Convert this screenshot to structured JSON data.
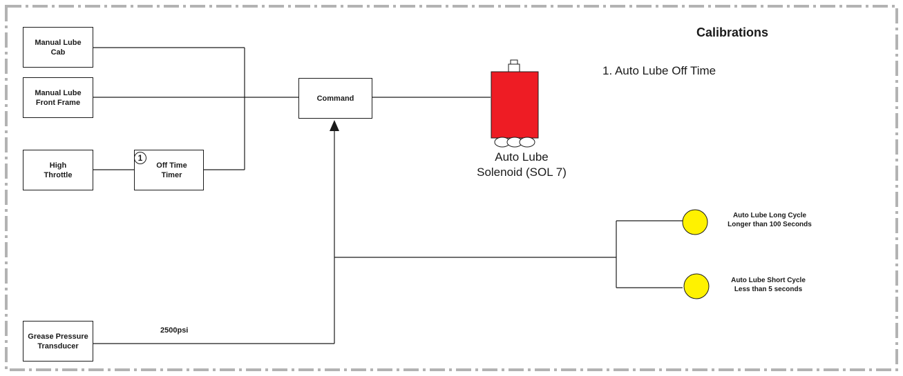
{
  "colors": {
    "solenoid": "#ee1c24",
    "lamp": "#fff200",
    "border": "#b3b3b3",
    "line": "#1a1a1a"
  },
  "calibrations": {
    "title": "Calibrations",
    "item_1": "1. Auto Lube Off Time"
  },
  "blocks": {
    "manual_lube_cab": "Manual Lube\nCab",
    "manual_lube_front_frame": "Manual Lube\nFront Frame",
    "high_throttle": "High\nThrottle",
    "off_time_timer": "Off Time\nTimer",
    "command": "Command",
    "grease_pressure_transducer": "Grease Pressure\nTransducer"
  },
  "timer_marker": "1",
  "pressure_label": "2500psi",
  "solenoid": {
    "caption": "Auto Lube\nSolenoid (SOL 7)",
    "icon": "solenoid-valve-icon"
  },
  "lamps": {
    "long_cycle": "Auto Lube Long Cycle\nLonger than 100 Seconds",
    "short_cycle": "Auto Lube Short Cycle\nLess than 5 seconds",
    "icon": "indicator-lamp-icon"
  }
}
